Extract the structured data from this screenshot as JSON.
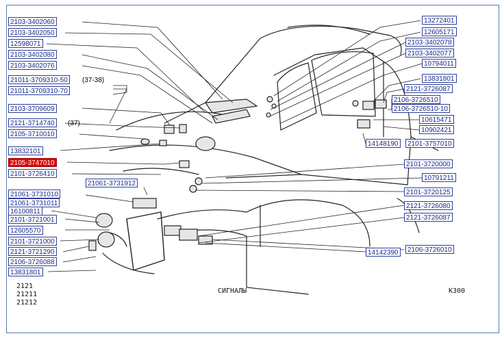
{
  "left_labels": [
    {
      "id": "l1",
      "text": "2103-3402060"
    },
    {
      "id": "l2",
      "text": "2103-3402050"
    },
    {
      "id": "l3",
      "text": "12598071"
    },
    {
      "id": "l4",
      "text": "2103-3402080"
    },
    {
      "id": "l5",
      "text": "2103-3402076"
    },
    {
      "id": "l6",
      "text": "21011-3709310-50"
    },
    {
      "id": "l7",
      "text": "21011-3709310-70"
    },
    {
      "id": "l8",
      "text": "2103-3709609"
    },
    {
      "id": "l9",
      "text": "2121-3714740"
    },
    {
      "id": "l10",
      "text": "2105-3710010"
    },
    {
      "id": "l11",
      "text": "13832101"
    },
    {
      "id": "l12",
      "text": "2105-3747010",
      "selected": true
    },
    {
      "id": "l13",
      "text": "2101-3726410"
    },
    {
      "id": "l14",
      "text": "21061-3731912"
    },
    {
      "id": "l15",
      "text": "21061-3731010"
    },
    {
      "id": "l16",
      "text": "21061-3731011"
    },
    {
      "id": "l17",
      "text": "16100811"
    },
    {
      "id": "l18",
      "text": "2101-3721001"
    },
    {
      "id": "l19",
      "text": "12605570"
    },
    {
      "id": "l20",
      "text": "2101-3721000"
    },
    {
      "id": "l21",
      "text": "2121-3721290"
    },
    {
      "id": "l22",
      "text": "2106-3726088"
    },
    {
      "id": "l23",
      "text": "13831801"
    }
  ],
  "right_labels": [
    {
      "id": "r1",
      "text": "13272401"
    },
    {
      "id": "r2",
      "text": "12605171"
    },
    {
      "id": "r3",
      "text": "2103-3402078"
    },
    {
      "id": "r4",
      "text": "2103-3402077"
    },
    {
      "id": "r5",
      "text": "10794011"
    },
    {
      "id": "r6",
      "text": "13831801"
    },
    {
      "id": "r7",
      "text": "2121-3726087"
    },
    {
      "id": "r8",
      "text": "2106-3726510"
    },
    {
      "id": "r9",
      "text": "2106-3726510-10"
    },
    {
      "id": "r10",
      "text": "10615471"
    },
    {
      "id": "r11",
      "text": "10902421"
    },
    {
      "id": "r12",
      "text": "14148190"
    },
    {
      "id": "r13",
      "text": "2101-3757010"
    },
    {
      "id": "r14",
      "text": "2101-3720000"
    },
    {
      "id": "r15",
      "text": "10791211"
    },
    {
      "id": "r16",
      "text": "2101-3720125"
    },
    {
      "id": "r17",
      "text": "2121-3726080"
    },
    {
      "id": "r18",
      "text": "2121-3726087"
    },
    {
      "id": "r19",
      "text": "14142390"
    },
    {
      "id": "r20",
      "text": "2106-3726010"
    }
  ],
  "notes": {
    "n1": "(37-38)",
    "n2": "(37)"
  },
  "footer": {
    "models": [
      "2121",
      "21211",
      "21212"
    ],
    "section_title": "СИГНАЛЫ",
    "sheet_code": "К300"
  },
  "colors": {
    "label_border": "#2b3f9a",
    "label_text": "#1a2a8a",
    "selected_fill": "#e00000",
    "frame": "#5a78b4"
  }
}
